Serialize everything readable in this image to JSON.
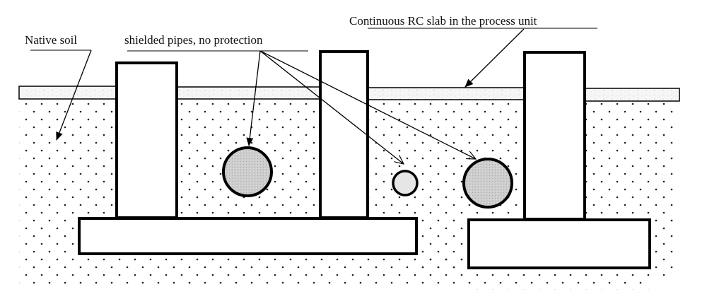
{
  "diagram": {
    "labels": {
      "native_soil": "Native soil",
      "shielded_pipes": "shielded pipes, no protection",
      "slab": "Continuous RC slab in the process unit"
    },
    "components": {
      "pillars": [
        "left-pillar",
        "middle-pillar",
        "right-pillar"
      ],
      "footings": [
        "left-footing",
        "right-footing"
      ],
      "pipes": [
        "pipe-large-left",
        "pipe-small",
        "pipe-large-right"
      ]
    },
    "colors": {
      "outline": "#000000",
      "pipe_fill": "#cfcfcf",
      "small_pipe_fill": "#e6e6e6",
      "slab_fill": "#f4f4f4",
      "soil_dot": "#222222"
    }
  }
}
